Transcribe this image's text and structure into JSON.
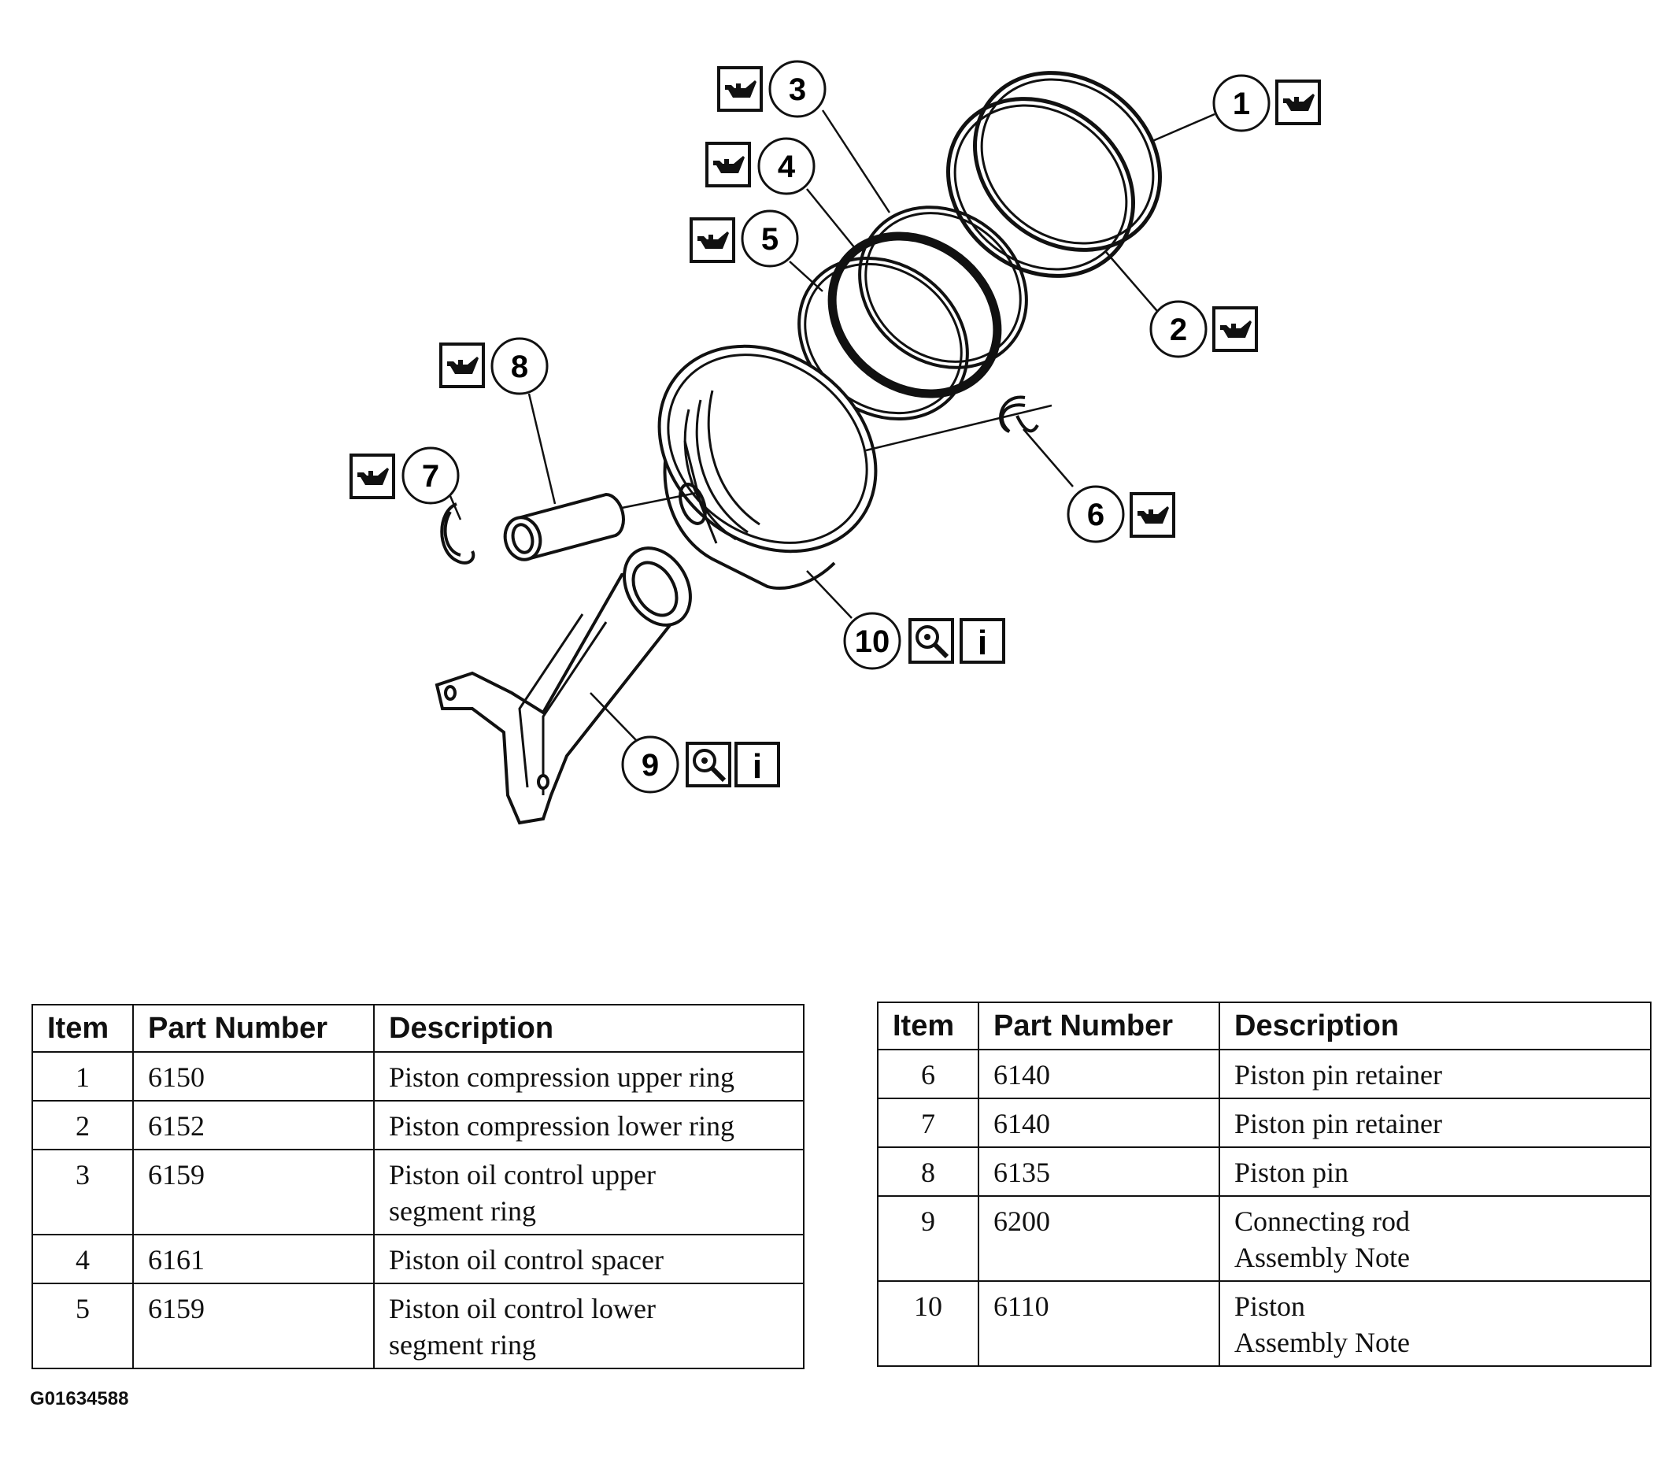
{
  "diagram": {
    "title": "",
    "callouts": [
      {
        "num": "1",
        "icon": "oil-can-icon"
      },
      {
        "num": "2",
        "icon": "oil-can-icon"
      },
      {
        "num": "3",
        "icon": "oil-can-icon"
      },
      {
        "num": "4",
        "icon": "oil-can-icon"
      },
      {
        "num": "5",
        "icon": "oil-can-icon"
      },
      {
        "num": "6",
        "icon": "oil-can-icon"
      },
      {
        "num": "7",
        "icon": "oil-can-icon"
      },
      {
        "num": "8",
        "icon": "oil-can-icon"
      },
      {
        "num": "9",
        "icon": "magnifier-icon",
        "icon2": "info-icon"
      },
      {
        "num": "10",
        "icon": "magnifier-icon",
        "icon2": "info-icon"
      }
    ],
    "info_icon_glyph": "i"
  },
  "tables": {
    "headers": {
      "item": "Item",
      "part_number": "Part Number",
      "description": "Description"
    },
    "left": [
      {
        "item": "1",
        "part": "6150",
        "desc": "Piston compression upper ring"
      },
      {
        "item": "2",
        "part": "6152",
        "desc": "Piston compression lower ring"
      },
      {
        "item": "3",
        "part": "6159",
        "desc": "Piston oil control upper\nsegment ring"
      },
      {
        "item": "4",
        "part": "6161",
        "desc": "Piston oil control spacer"
      },
      {
        "item": "5",
        "part": "6159",
        "desc": "Piston oil control lower\nsegment ring"
      }
    ],
    "right": [
      {
        "item": "6",
        "part": "6140",
        "desc": "Piston pin retainer"
      },
      {
        "item": "7",
        "part": "6140",
        "desc": "Piston pin retainer"
      },
      {
        "item": "8",
        "part": "6135",
        "desc": "Piston pin"
      },
      {
        "item": "9",
        "part": "6200",
        "desc": "Connecting rod\nAssembly Note"
      },
      {
        "item": "10",
        "part": "6110",
        "desc": "Piston\nAssembly Note"
      }
    ]
  },
  "figure_id": "G01634588"
}
